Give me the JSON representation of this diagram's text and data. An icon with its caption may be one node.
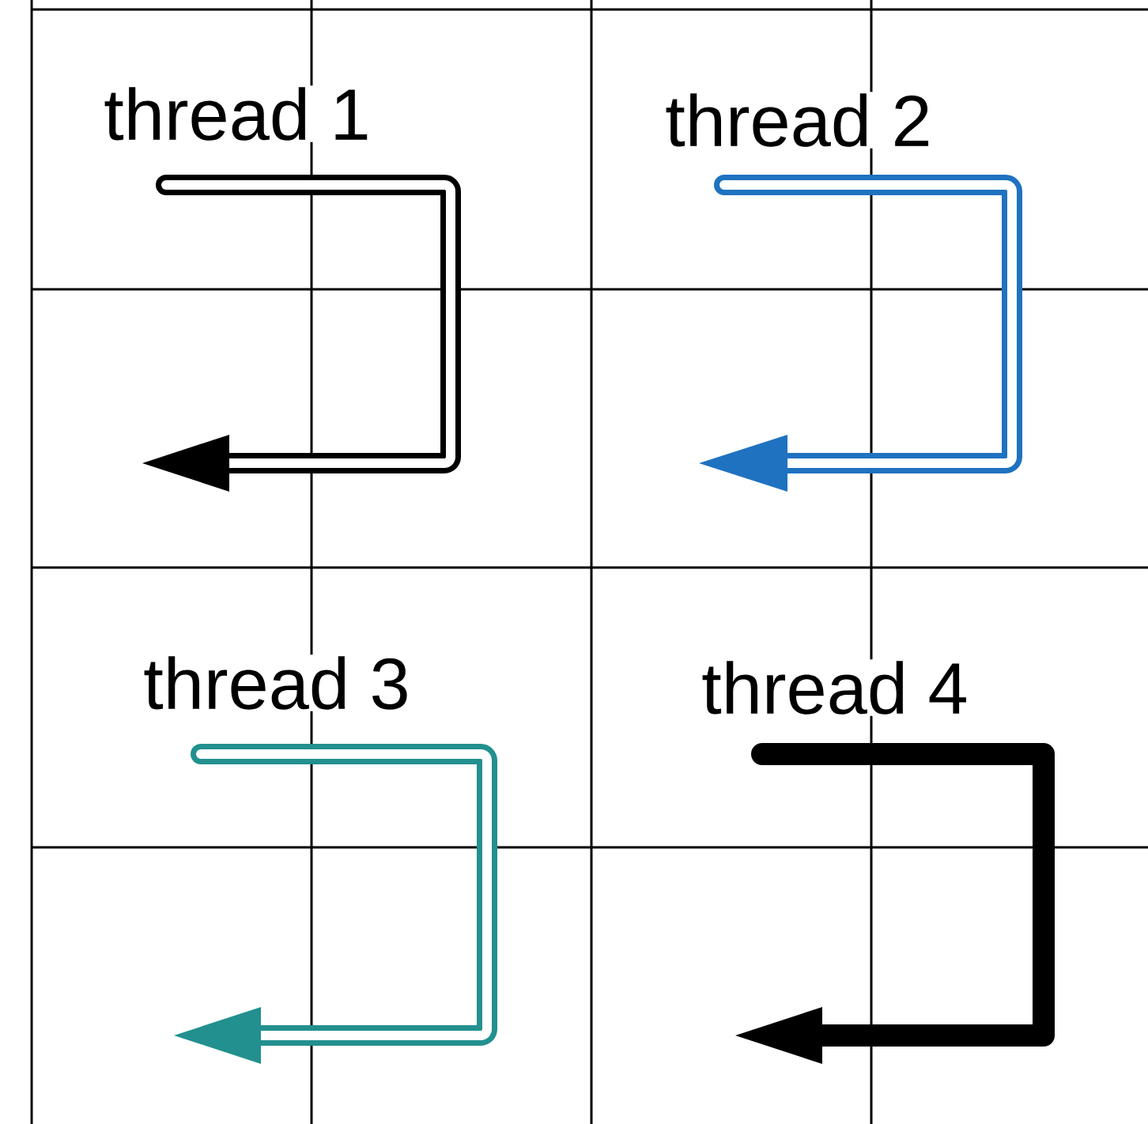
{
  "diagram": {
    "labels": [
      "thread 1",
      "thread 2",
      "thread 3",
      "thread 4"
    ]
  }
}
